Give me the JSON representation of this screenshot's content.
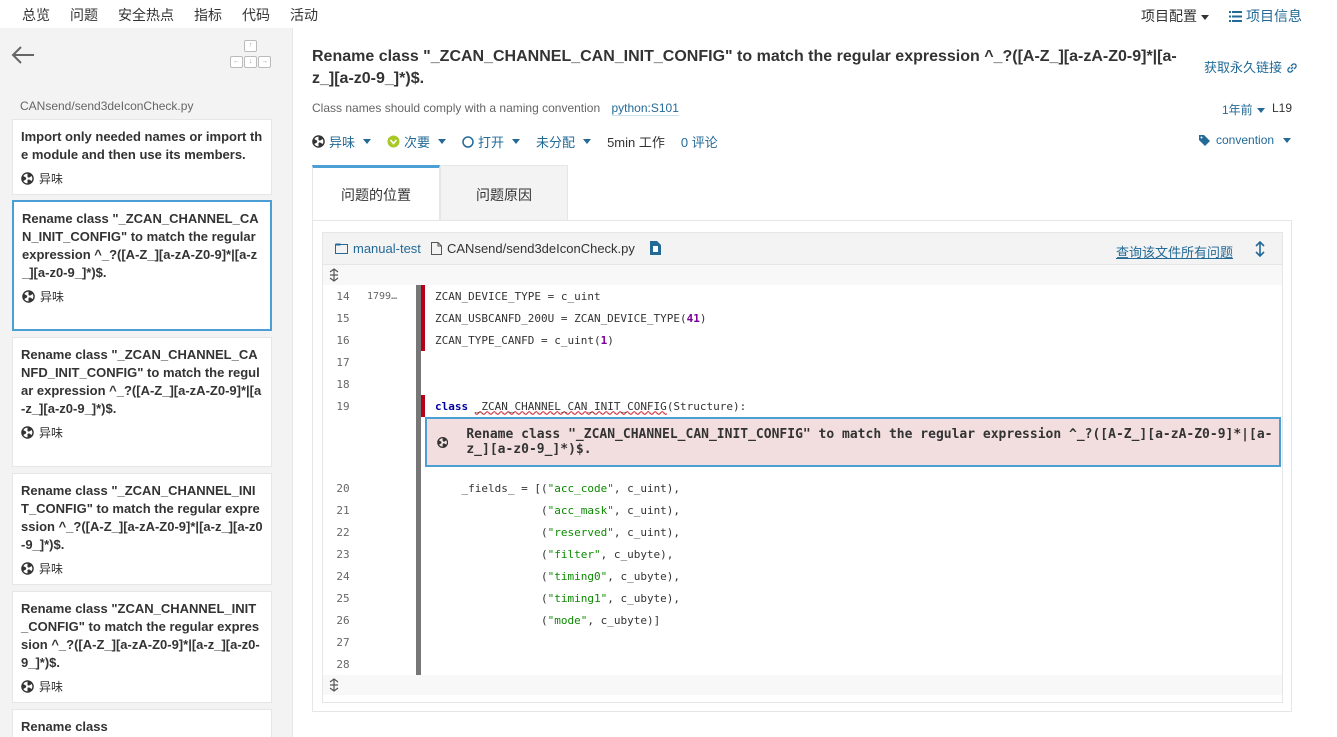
{
  "nav": {
    "items": [
      "总览",
      "问题",
      "安全热点",
      "指标",
      "代码",
      "活动"
    ],
    "active_index": 1,
    "config": "项目配置",
    "info": "项目信息"
  },
  "sidebar": {
    "keys": [
      "↑",
      "←",
      "↓",
      "→"
    ],
    "path": "CANsend/send3deIconCheck.py",
    "issues": [
      {
        "message": "Import only needed names or import the module and then use its members.",
        "type": "异味"
      },
      {
        "message": "Rename class \"_ZCAN_CHANNEL_CAN_INIT_CONFIG\" to match the regular expression ^_?([A-Z_][a-zA-Z0-9]*|[a-z_][a-z0-9_]*)$.",
        "type": "异味"
      },
      {
        "message": "Rename class \"_ZCAN_CHANNEL_CANFD_INIT_CONFIG\" to match the regular expression ^_?([A-Z_][a-zA-Z0-9]*|[a-z_][a-z0-9_]*)$.",
        "type": "异味"
      },
      {
        "message": "Rename class \"_ZCAN_CHANNEL_INIT_CONFIG\" to match the regular expression ^_?([A-Z_][a-zA-Z0-9]*|[a-z_][a-z0-9_]*)$.",
        "type": "异味"
      },
      {
        "message": "Rename class \"ZCAN_CHANNEL_INIT_CONFIG\" to match the regular expression ^_?([A-Z_][a-zA-Z0-9]*|[a-z_][a-z0-9_]*)$.",
        "type": "异味"
      },
      {
        "message": "Rename class",
        "type": ""
      }
    ]
  },
  "issue": {
    "title": "Rename class \"_ZCAN_CHANNEL_CAN_INIT_CONFIG\" to match the regular expression ^_?([A-Z_][a-zA-Z0-9]*|[a-z_][a-z0-9_]*)$.",
    "permalink": "获取永久链接",
    "subtitle": "Class names should comply with a naming convention",
    "rule": "python:S101",
    "age": "1年前",
    "line": "L19",
    "type": "异味",
    "severity": "次要",
    "status": "打开",
    "assignee": "未分配",
    "effort": "5min 工作",
    "comments": "0 评论",
    "tag": "convention",
    "colors": {
      "accent": "#4b9fd5",
      "link": "#236a97",
      "issue_bg": "#f2dede",
      "marker": "#b5001a"
    }
  },
  "tabs": [
    "问题的位置",
    "问题原因"
  ],
  "viewer": {
    "project": "manual-test",
    "file": "CANsend/send3deIconCheck.py",
    "see_all": "查询该文件所有问题"
  },
  "code": {
    "lines_before": [
      {
        "n": "14",
        "scm": "1799…",
        "text": "ZCAN_DEVICE_TYPE = c_uint"
      },
      {
        "n": "15",
        "scm": "",
        "text": "ZCAN_USBCANFD_200U = ZCAN_DEVICE_TYPE(41)"
      },
      {
        "n": "16",
        "scm": "",
        "text": "ZCAN_TYPE_CANFD = c_uint(1)"
      },
      {
        "n": "17",
        "scm": "",
        "text": ""
      },
      {
        "n": "18",
        "scm": "",
        "text": ""
      },
      {
        "n": "19",
        "scm": "",
        "text": "class _ZCAN_CHANNEL_CAN_INIT_CONFIG(Structure):"
      }
    ],
    "issue_message": "Rename class \"_ZCAN_CHANNEL_CAN_INIT_CONFIG\" to match the regular expression ^_?([A-Z_][a-zA-Z0-9]*|[a-z_][a-z0-9_]*)$.",
    "lines_after": [
      {
        "n": "20",
        "text": "    _fields_ = [(\"acc_code\", c_uint),"
      },
      {
        "n": "21",
        "text": "                (\"acc_mask\", c_uint),"
      },
      {
        "n": "22",
        "text": "                (\"reserved\", c_uint),"
      },
      {
        "n": "23",
        "text": "                (\"filter\", c_ubyte),"
      },
      {
        "n": "24",
        "text": "                (\"timing0\", c_ubyte),"
      },
      {
        "n": "25",
        "text": "                (\"timing1\", c_ubyte),"
      },
      {
        "n": "26",
        "text": "                (\"mode\", c_ubyte)]"
      },
      {
        "n": "27",
        "text": ""
      },
      {
        "n": "28",
        "text": ""
      }
    ]
  }
}
